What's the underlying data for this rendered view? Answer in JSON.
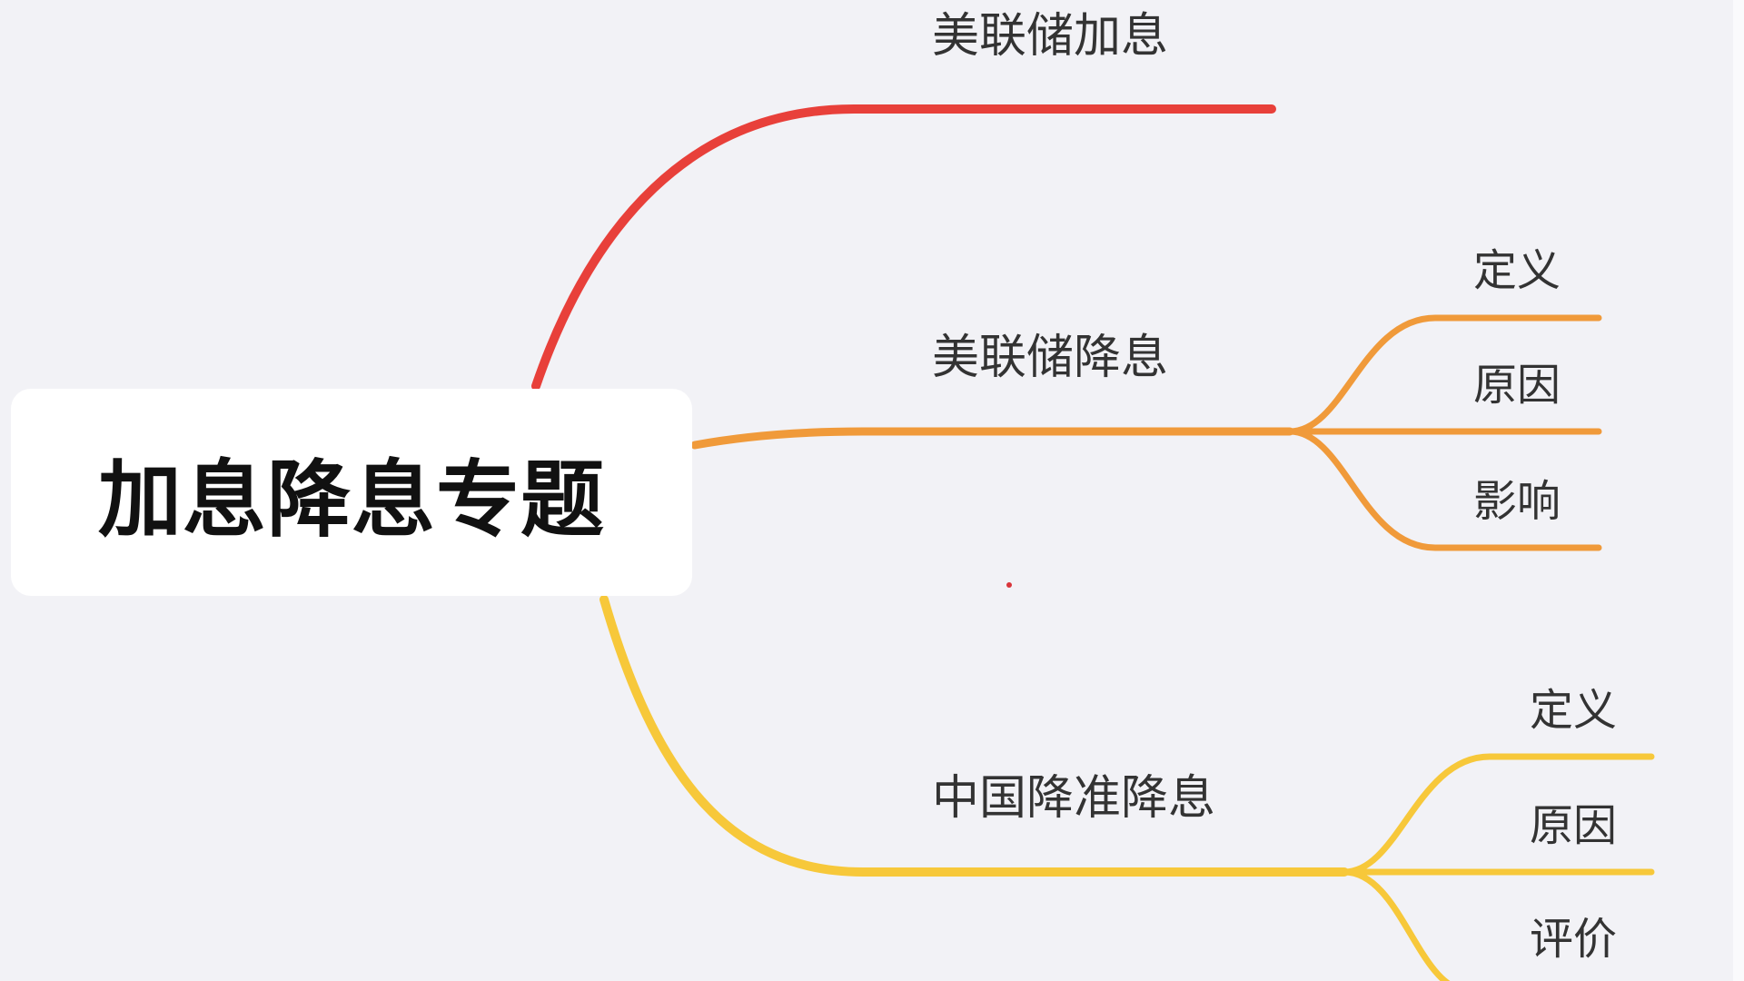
{
  "root": {
    "label": "加息降息专题"
  },
  "branches": [
    {
      "label": "美联储加息",
      "color": "#e8403a",
      "children": []
    },
    {
      "label": "美联储降息",
      "color": "#f09a3a",
      "children": [
        {
          "label": "定义"
        },
        {
          "label": "原因"
        },
        {
          "label": "影响"
        }
      ]
    },
    {
      "label": "中国降准降息",
      "color": "#f7c83a",
      "children": [
        {
          "label": "定义"
        },
        {
          "label": "原因"
        },
        {
          "label": "评价"
        }
      ]
    }
  ],
  "colors": {
    "background": "#f2f2f6",
    "root_fill": "#ffffff",
    "text": "#333333",
    "marker_dot": "#d9343a"
  }
}
